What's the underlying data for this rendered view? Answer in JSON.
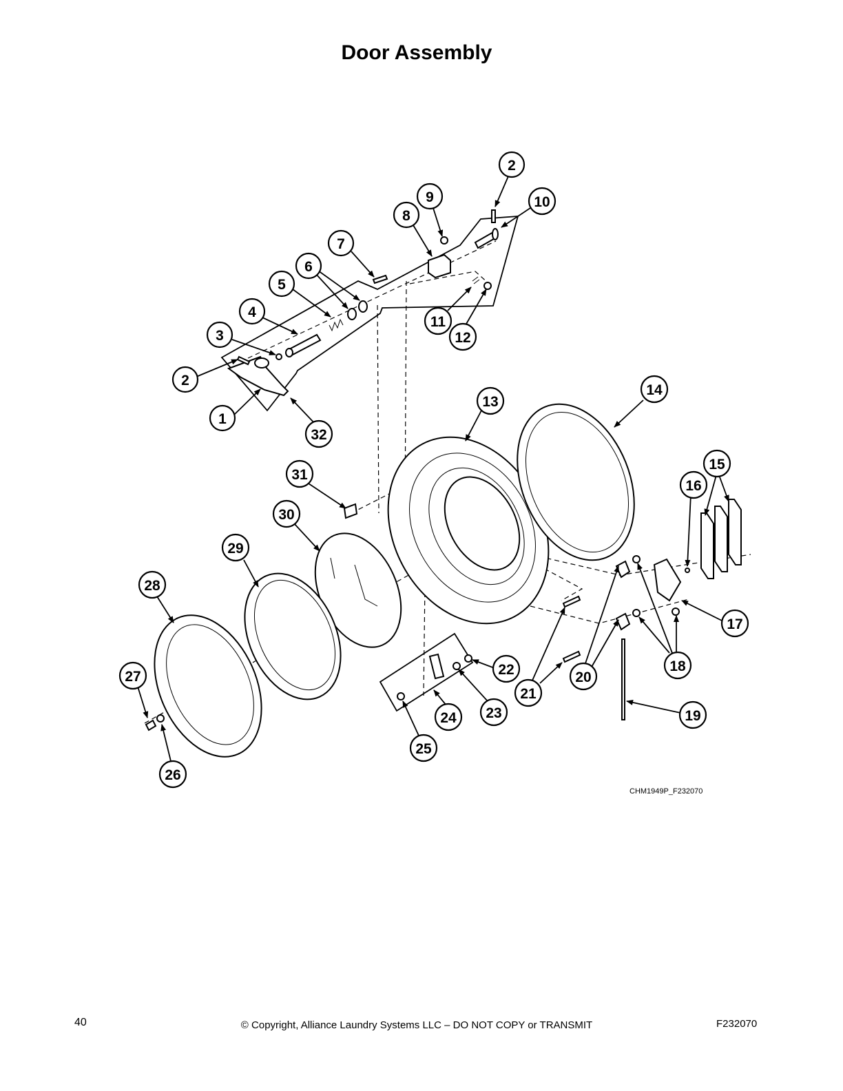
{
  "page": {
    "title": "Door Assembly",
    "figure_id": "CHM1949P_F232070",
    "footer": {
      "page_number": "40",
      "copyright": "© Copyright, Alliance Laundry Systems LLC – DO NOT COPY or TRANSMIT",
      "doc_code": "F232070"
    }
  },
  "callouts": [
    "1",
    "2",
    "2",
    "3",
    "4",
    "5",
    "6",
    "7",
    "8",
    "9",
    "10",
    "11",
    "12",
    "13",
    "14",
    "15",
    "16",
    "17",
    "18",
    "19",
    "20",
    "21",
    "22",
    "23",
    "24",
    "25",
    "26",
    "27",
    "28",
    "29",
    "30",
    "31",
    "32"
  ]
}
